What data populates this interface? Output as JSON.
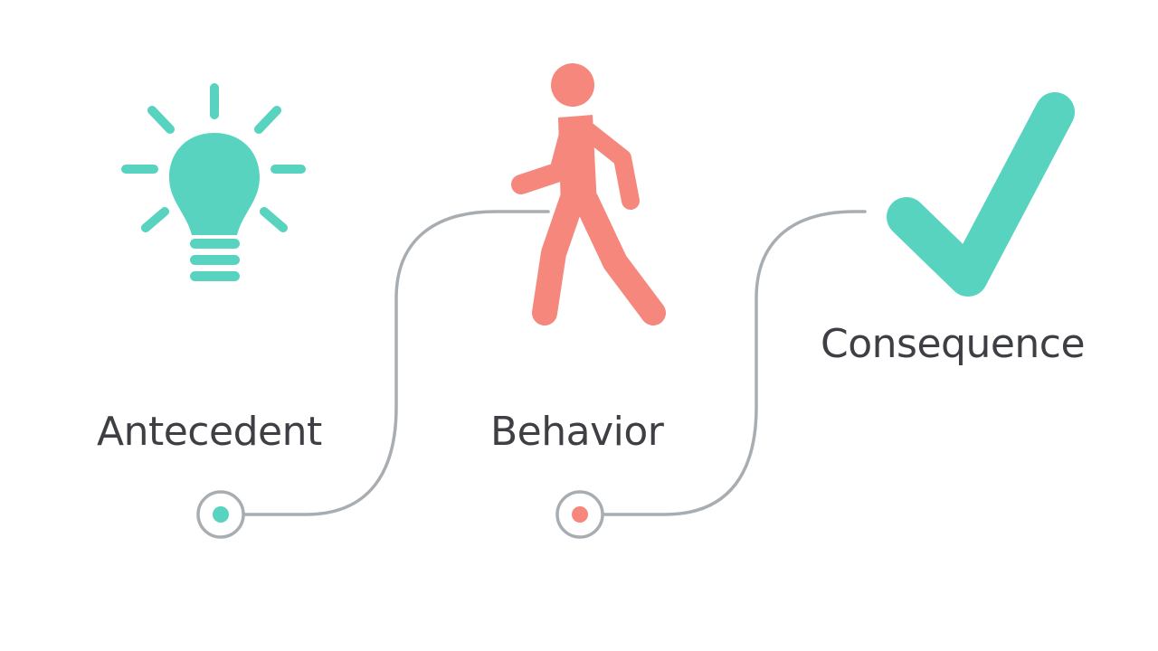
{
  "steps": [
    {
      "label": "Antecedent",
      "icon": "lightbulb-icon",
      "color": "#58d3c0"
    },
    {
      "label": "Behavior",
      "icon": "walking-person-icon",
      "color": "#f5877c"
    },
    {
      "label": "Consequence",
      "icon": "checkmark-icon",
      "color": "#58d3c0"
    }
  ],
  "colors": {
    "connector": "#a8adb2",
    "text": "#3d3f44",
    "background": "#ffffff"
  }
}
